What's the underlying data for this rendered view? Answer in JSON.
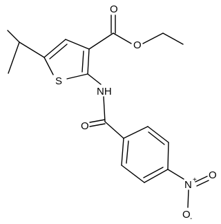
{
  "molecule": {
    "atoms": {
      "sulfur": "S",
      "carbonyl_o_ester": "O",
      "ether_o_ester": "O",
      "amide_n": "NH",
      "amide_o": "O",
      "nitro_n": "N",
      "nitro_n_charge": "+",
      "nitro_o_double": "O",
      "nitro_o_single": "O",
      "nitro_o_charge": "-"
    }
  },
  "colors": {
    "bond": "#000000",
    "background": "#ffffff"
  }
}
